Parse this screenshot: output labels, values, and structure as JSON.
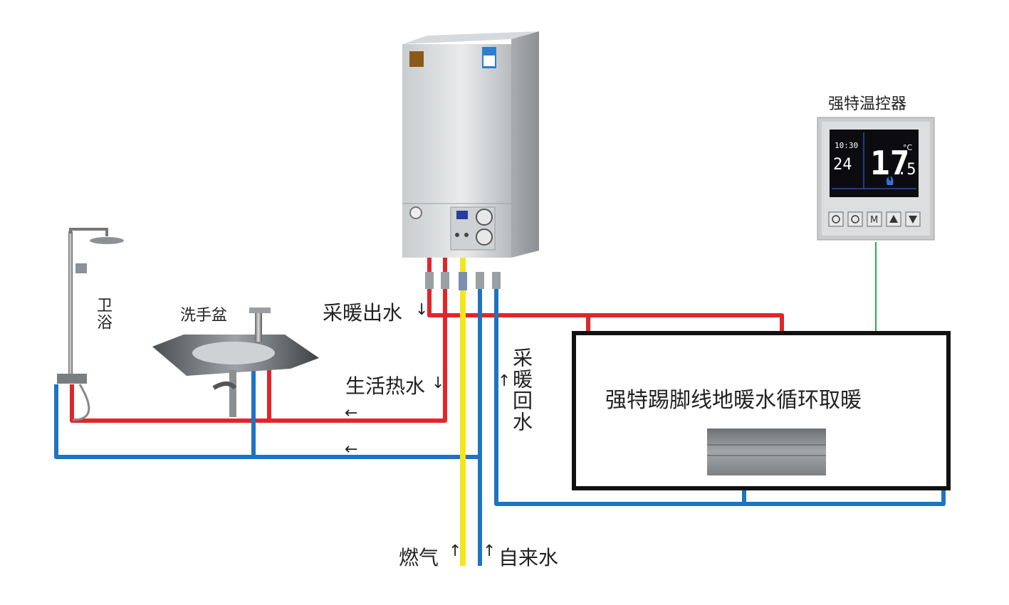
{
  "labels": {
    "thermostat_title": "强特温控器",
    "bath": "卫浴",
    "basin": "洗手盆",
    "heating_out": "采暖出水",
    "domestic_hot": "生活热水",
    "heating_return": "采暖回水",
    "gas": "燃气",
    "tap_water": "自来水",
    "system_box": "强特踢脚线地暖水循环取暖"
  },
  "thermostat": {
    "temperature": "17",
    "temperature_decimal": ".5",
    "unit": "°C",
    "set_temp": "24",
    "time": "10:30",
    "buttons": [
      "power",
      "timer",
      "M",
      "up",
      "down"
    ]
  },
  "colors": {
    "hot": "#e0262b",
    "cold": "#1d74c2",
    "gas": "#f3e61b",
    "signal": "#2ea84a",
    "box_border": "#111111"
  },
  "icons": [
    "power-icon",
    "clock-icon",
    "mode-icon",
    "up-arrow-icon",
    "down-arrow-icon",
    "flame-icon"
  ]
}
